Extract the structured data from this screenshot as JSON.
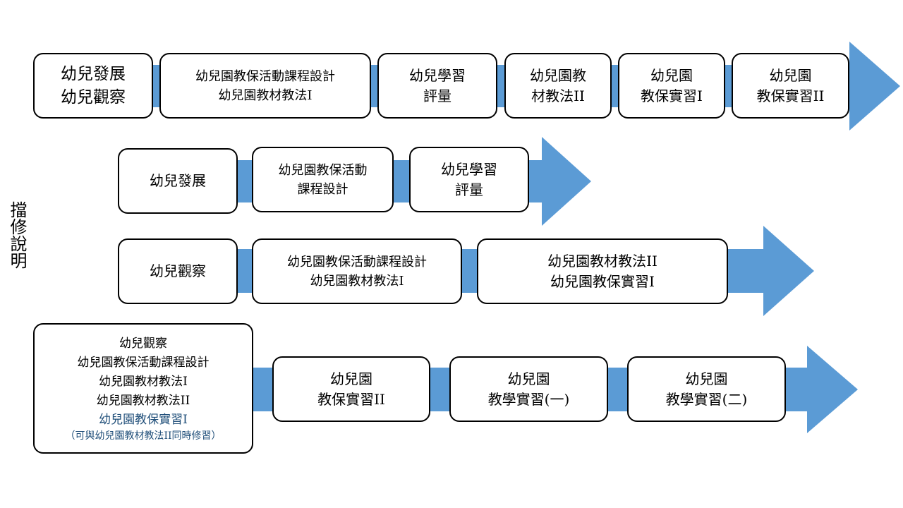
{
  "colors": {
    "arrow": "#5b9bd5",
    "box_border": "#000000",
    "box_fill": "#ffffff",
    "note_text": "#1f4e79"
  },
  "side_label": "擋修說明",
  "rows": [
    {
      "id": "row1",
      "boxes": [
        {
          "lines": [
            "幼兒發展",
            "幼兒觀察"
          ]
        },
        {
          "lines": [
            "幼兒園教保活動課程設計",
            "幼兒園教材教法I"
          ]
        },
        {
          "lines": [
            "幼兒學習",
            "評量"
          ]
        },
        {
          "lines": [
            "幼兒園教",
            "材教法II"
          ]
        },
        {
          "lines": [
            "幼兒園",
            "教保實習I"
          ]
        },
        {
          "lines": [
            "幼兒園",
            "教保實習II"
          ]
        }
      ]
    },
    {
      "id": "row2",
      "boxes": [
        {
          "lines": [
            "幼兒發展"
          ]
        },
        {
          "lines": [
            "幼兒園教保活動",
            "課程設計"
          ]
        },
        {
          "lines": [
            "幼兒學習",
            "評量"
          ]
        }
      ]
    },
    {
      "id": "row3",
      "boxes": [
        {
          "lines": [
            "幼兒觀察"
          ]
        },
        {
          "lines": [
            "幼兒園教保活動課程設計",
            "幼兒園教材教法I"
          ]
        },
        {
          "lines": [
            "幼兒園教材教法II",
            "幼兒園教保實習I"
          ]
        }
      ]
    },
    {
      "id": "row4",
      "boxes": [
        {
          "lines": [
            "幼兒觀察",
            "幼兒園教保活動課程設計",
            "幼兒園教材教法I",
            "幼兒園教材教法II",
            "幼兒園教保實習I"
          ],
          "note": "（可與幼兒園教材教法II同時修習）"
        },
        {
          "lines": [
            "幼兒園",
            "教保實習II"
          ]
        },
        {
          "lines": [
            "幼兒園",
            "教學實習(一)"
          ]
        },
        {
          "lines": [
            "幼兒園",
            "教學實習(二)"
          ]
        }
      ]
    }
  ]
}
